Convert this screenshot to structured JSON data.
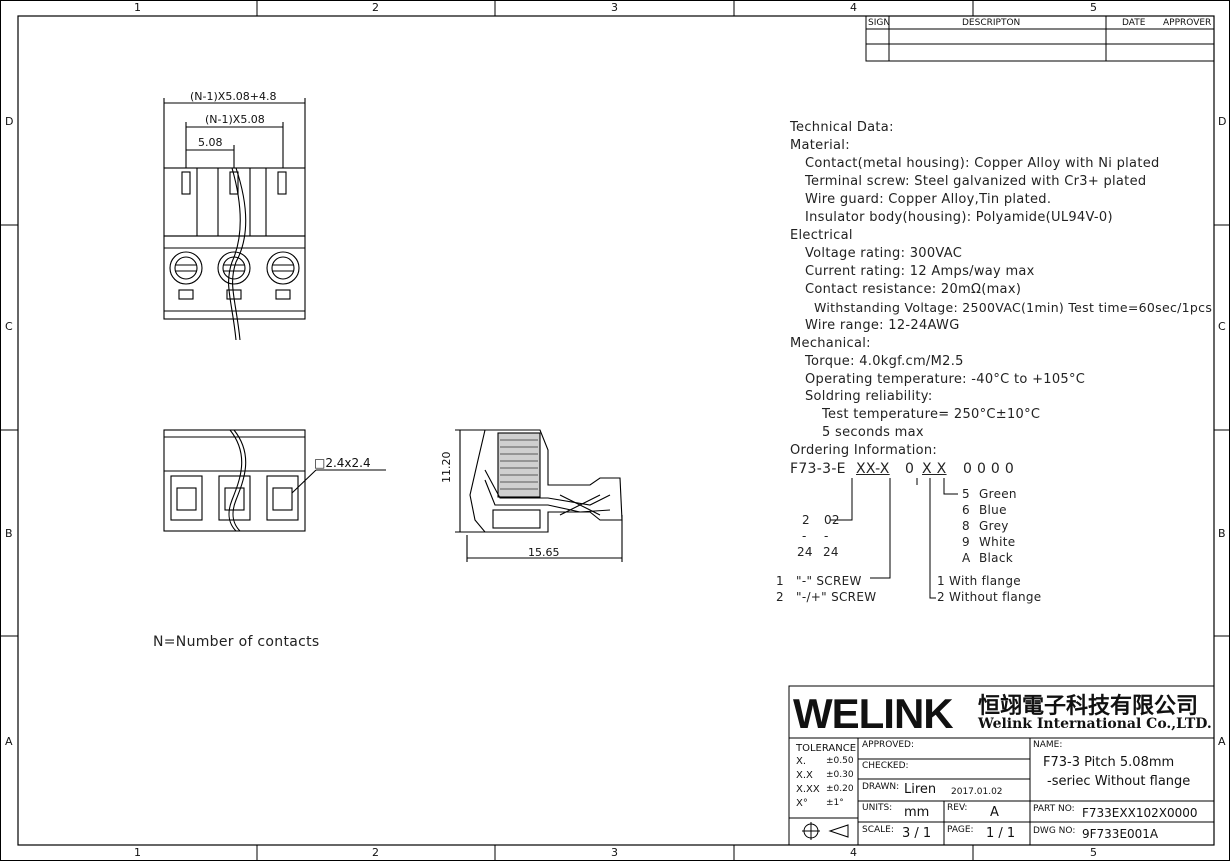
{
  "border": {
    "col_labels": [
      "1",
      "2",
      "3",
      "4",
      "5"
    ],
    "row_labels": [
      "D",
      "C",
      "B",
      "A"
    ]
  },
  "revision_table": {
    "headers": {
      "sign": "SIGN",
      "description": "DESCRIPTON",
      "date": "DATE",
      "approver": "APPROVER"
    }
  },
  "dimensions": {
    "overall": "(N-1)X5.08+4.8",
    "pitch_sum": "(N-1)X5.08",
    "pitch": "5.08",
    "square": "□2.4x2.4",
    "height": "11.20",
    "length": "15.65"
  },
  "note": "N=Number of contacts",
  "technical": {
    "title": "Technical Data:",
    "material": "Material:",
    "contact": "Contact(metal housing): Copper Alloy with Ni plated",
    "screw": "Terminal screw: Steel galvanized with Cr3+ plated",
    "wire_guard": "Wire guard: Copper Alloy,Tin plated.",
    "insulator": "Insulator body(housing): Polyamide(UL94V-0)",
    "electrical": "Electrical",
    "voltage": "Voltage rating: 300VAC",
    "current": "Current rating: 12 Amps/way max",
    "resistance": "Contact resistance: 20mΩ(max)",
    "withstanding": "Withstanding Voltage: 2500VAC(1min) Test time=60sec/1pcs",
    "wire_range": "Wire range: 12-24AWG",
    "mechanical": "Mechanical:",
    "torque": "Torque: 4.0kgf.cm/M2.5",
    "op_temp": "Operating temperature: -40°C to +105°C",
    "soldering": "Soldring reliability:",
    "test_temp": "Test temperature= 250°C±10°C",
    "seconds": "5 seconds max",
    "ordering": "Ordering Information:"
  },
  "ordering": {
    "p1": "F73-3-E",
    "p2": "XX-X",
    "p3": "0",
    "p4": "X X",
    "p5": "0 0 0 0",
    "pos_from": "2",
    "pos_from_code": "02",
    "pos_dash": "-",
    "pos_dash2": "-",
    "pos_to": "24",
    "pos_to_code": "24",
    "screw_1_code": "1",
    "screw_1": "\"-\" SCREW",
    "screw_2_code": "2",
    "screw_2": "\"-/+\" SCREW",
    "flange_1": "1 With flange",
    "flange_2": "2 Without flange",
    "colors": [
      {
        "code": "5",
        "name": "Green"
      },
      {
        "code": "6",
        "name": "Blue"
      },
      {
        "code": "8",
        "name": "Grey"
      },
      {
        "code": "9",
        "name": "White"
      },
      {
        "code": "A",
        "name": "Black"
      }
    ]
  },
  "title_block": {
    "logo": "WELINK",
    "company_cn": "恒翊電子科技有限公司",
    "company_en": "Welink International Co.,LTD.",
    "tolerance_label": "TOLERANCE",
    "tol_x_label": "X.",
    "tol_x": "±0.50",
    "tol_xx_label": "X.X",
    "tol_xx": "±0.30",
    "tol_xxx_label": "X.XX",
    "tol_xxx": "±0.20",
    "tol_deg_label": "X°",
    "tol_deg": "±1°",
    "approved": "APPROVED:",
    "checked": "CHECKED:",
    "drawn": "DRAWN:",
    "drawn_by": "Liren",
    "drawn_date": "2017.01.02",
    "units_label": "UNITS:",
    "units": "mm",
    "rev_label": "REV:",
    "rev": "A",
    "scale_label": "SCALE:",
    "scale": "3 / 1",
    "page_label": "PAGE:",
    "page": "1 / 1",
    "name_label": "NAME:",
    "name_line1": "F73-3  Pitch 5.08mm",
    "name_line2": "-seriec   Without flange",
    "part_label": "PART NO:",
    "part_no": "F733EXX102X0000",
    "dwg_label": "DWG NO:",
    "dwg_no": "9F733E001A"
  }
}
